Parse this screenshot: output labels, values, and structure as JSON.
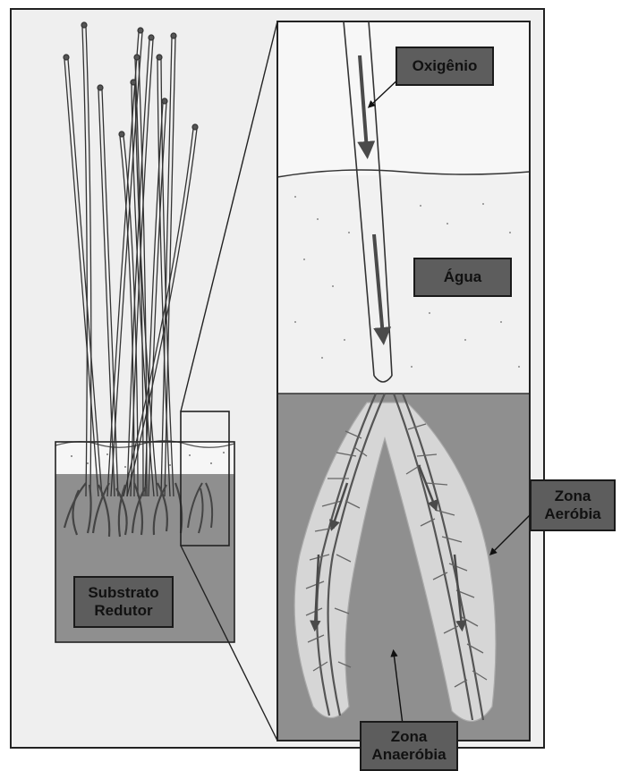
{
  "labels": {
    "oxygen": "Oxigênio",
    "water": "Água",
    "substrate_line1": "Substrato",
    "substrate_line2": "Redutor",
    "aerobic_line1": "Zona",
    "aerobic_line2": "Aeróbia",
    "anaerobic_line1": "Zona",
    "anaerobic_line2": "Anaeróbia"
  },
  "colors": {
    "paper": "#efefef",
    "sediment": "#8f8f8f",
    "label_fill": "#5d5d5d",
    "aerobic_halo": "#d6d6d6",
    "arrow": "#4a4a4a"
  }
}
